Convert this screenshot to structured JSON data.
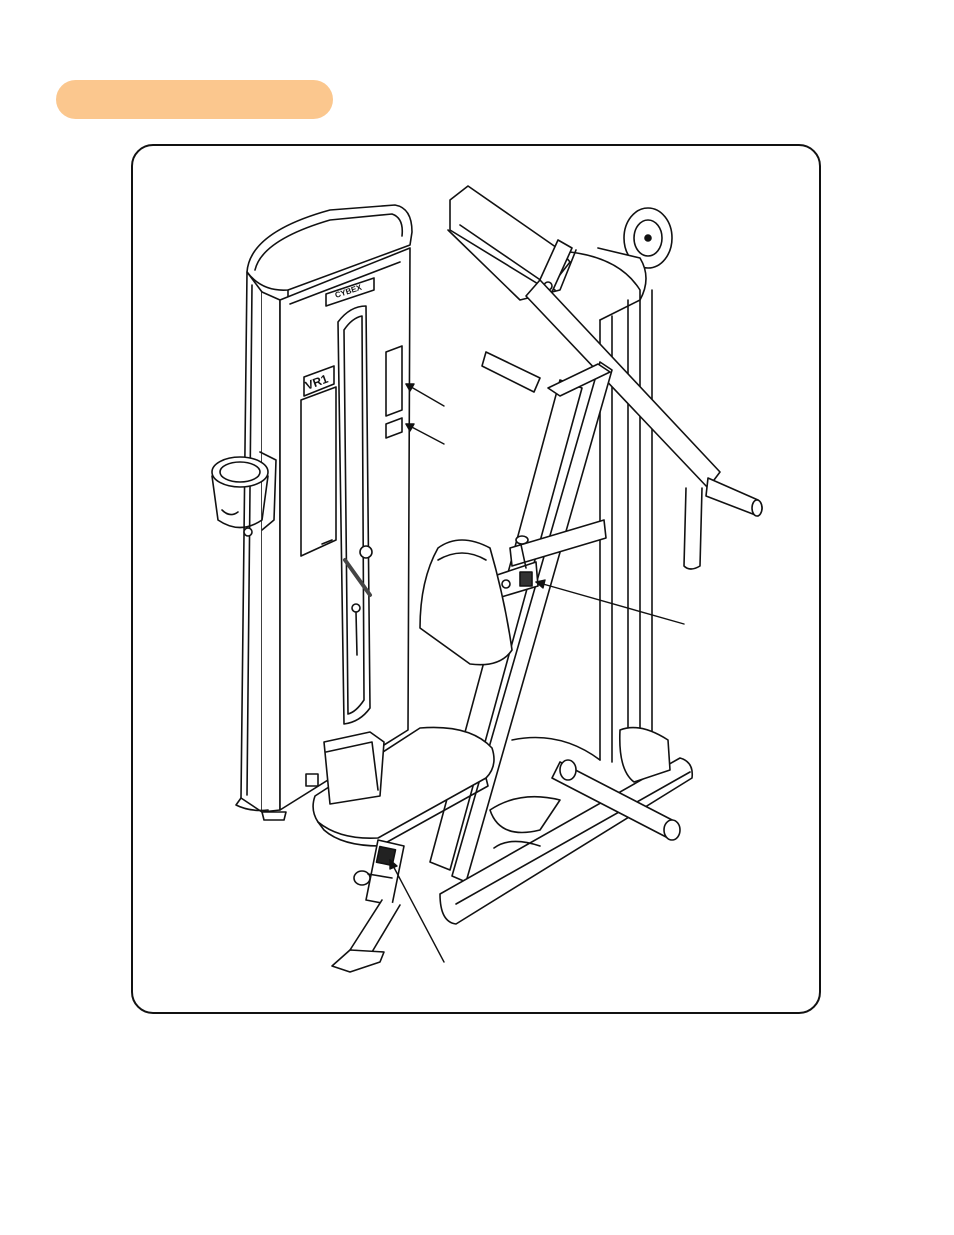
{
  "section_tab": {
    "color": "#fbc78e",
    "text": ""
  },
  "machine_labels": {
    "brand_plate": "CYBEX",
    "model_plate": "VR1"
  },
  "callouts": [
    {
      "id": "placard-upper",
      "text": ""
    },
    {
      "id": "placard-lower",
      "text": ""
    },
    {
      "id": "seat-adjust-label",
      "text": ""
    },
    {
      "id": "base-label",
      "text": ""
    }
  ]
}
